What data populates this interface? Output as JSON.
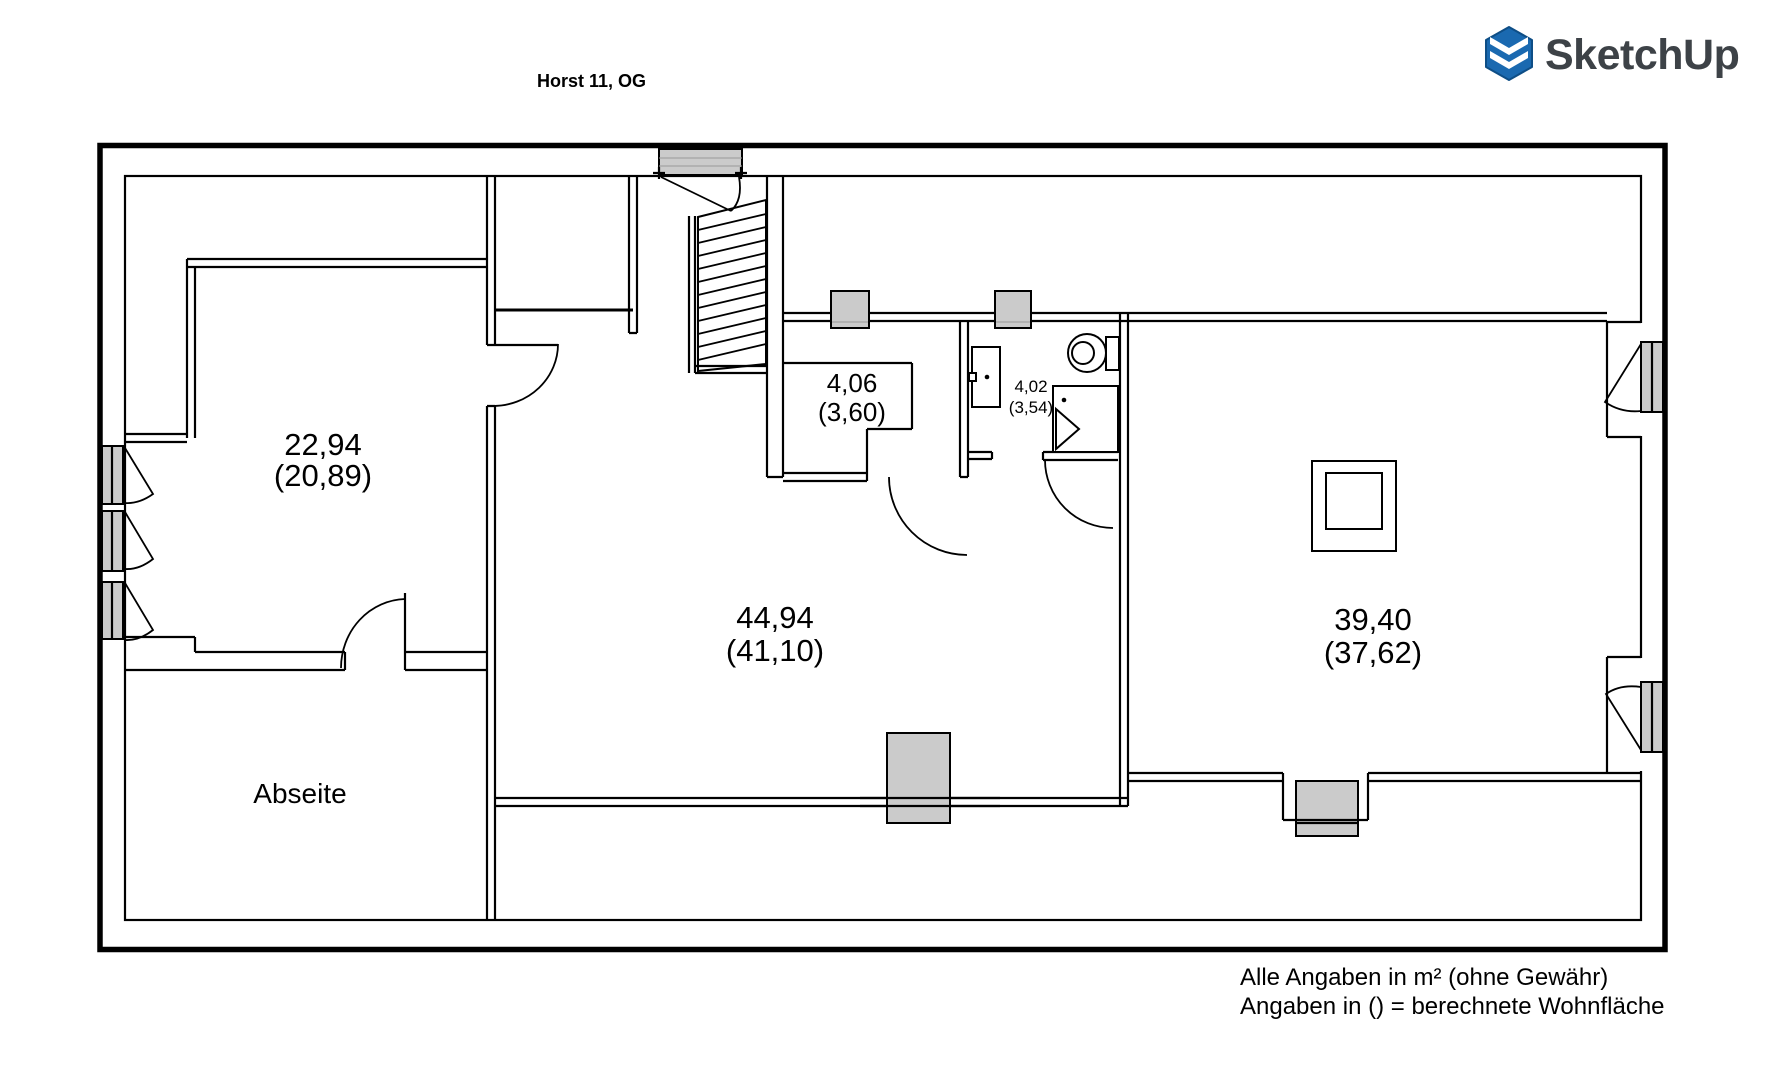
{
  "title": "Horst 11, OG",
  "brand": {
    "name": "SketchUp"
  },
  "legend": {
    "line1": "Alle Angaben in m² (ohne Gewähr)",
    "line2": "Angaben in () = berechnete Wohnfläche"
  },
  "rooms": {
    "left": {
      "area": "22,94",
      "living": "(20,89)"
    },
    "center": {
      "area": "44,94",
      "living": "(41,10)"
    },
    "small": {
      "area": "4,06",
      "living": "(3,60)"
    },
    "bath": {
      "area": "4,02",
      "living": "(3,54)"
    },
    "right": {
      "area": "39,40",
      "living": "(37,62)"
    },
    "attic": {
      "label": "Abseite"
    }
  },
  "colors": {
    "line": "#000000",
    "window_fill": "#cbcbcb",
    "logo_blue": "#1a69b0",
    "logo_blue_dark": "#0e4e86",
    "logo_text": "#3d4247"
  }
}
